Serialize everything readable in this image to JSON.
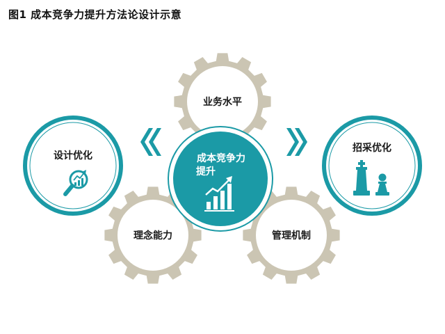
{
  "title": "图1 成本竞争力提升方法论设计示意",
  "center": {
    "line1": "成本竞争力",
    "line2": "提升"
  },
  "gears": {
    "top": "业务水平",
    "left": "理念能力",
    "right": "管理机制"
  },
  "side_circles": {
    "left": "设计优化",
    "right": "招采优化"
  },
  "colors": {
    "teal": "#1b9aa6",
    "gear": "#cbc5b3",
    "text": "#1a1a1a",
    "white": "#ffffff"
  },
  "icons": {
    "left": "magnifier-chart-icon",
    "center": "growth-bar-chart-icon",
    "right": "chess-pieces-icon",
    "arrows": "double-chevron-icon"
  }
}
